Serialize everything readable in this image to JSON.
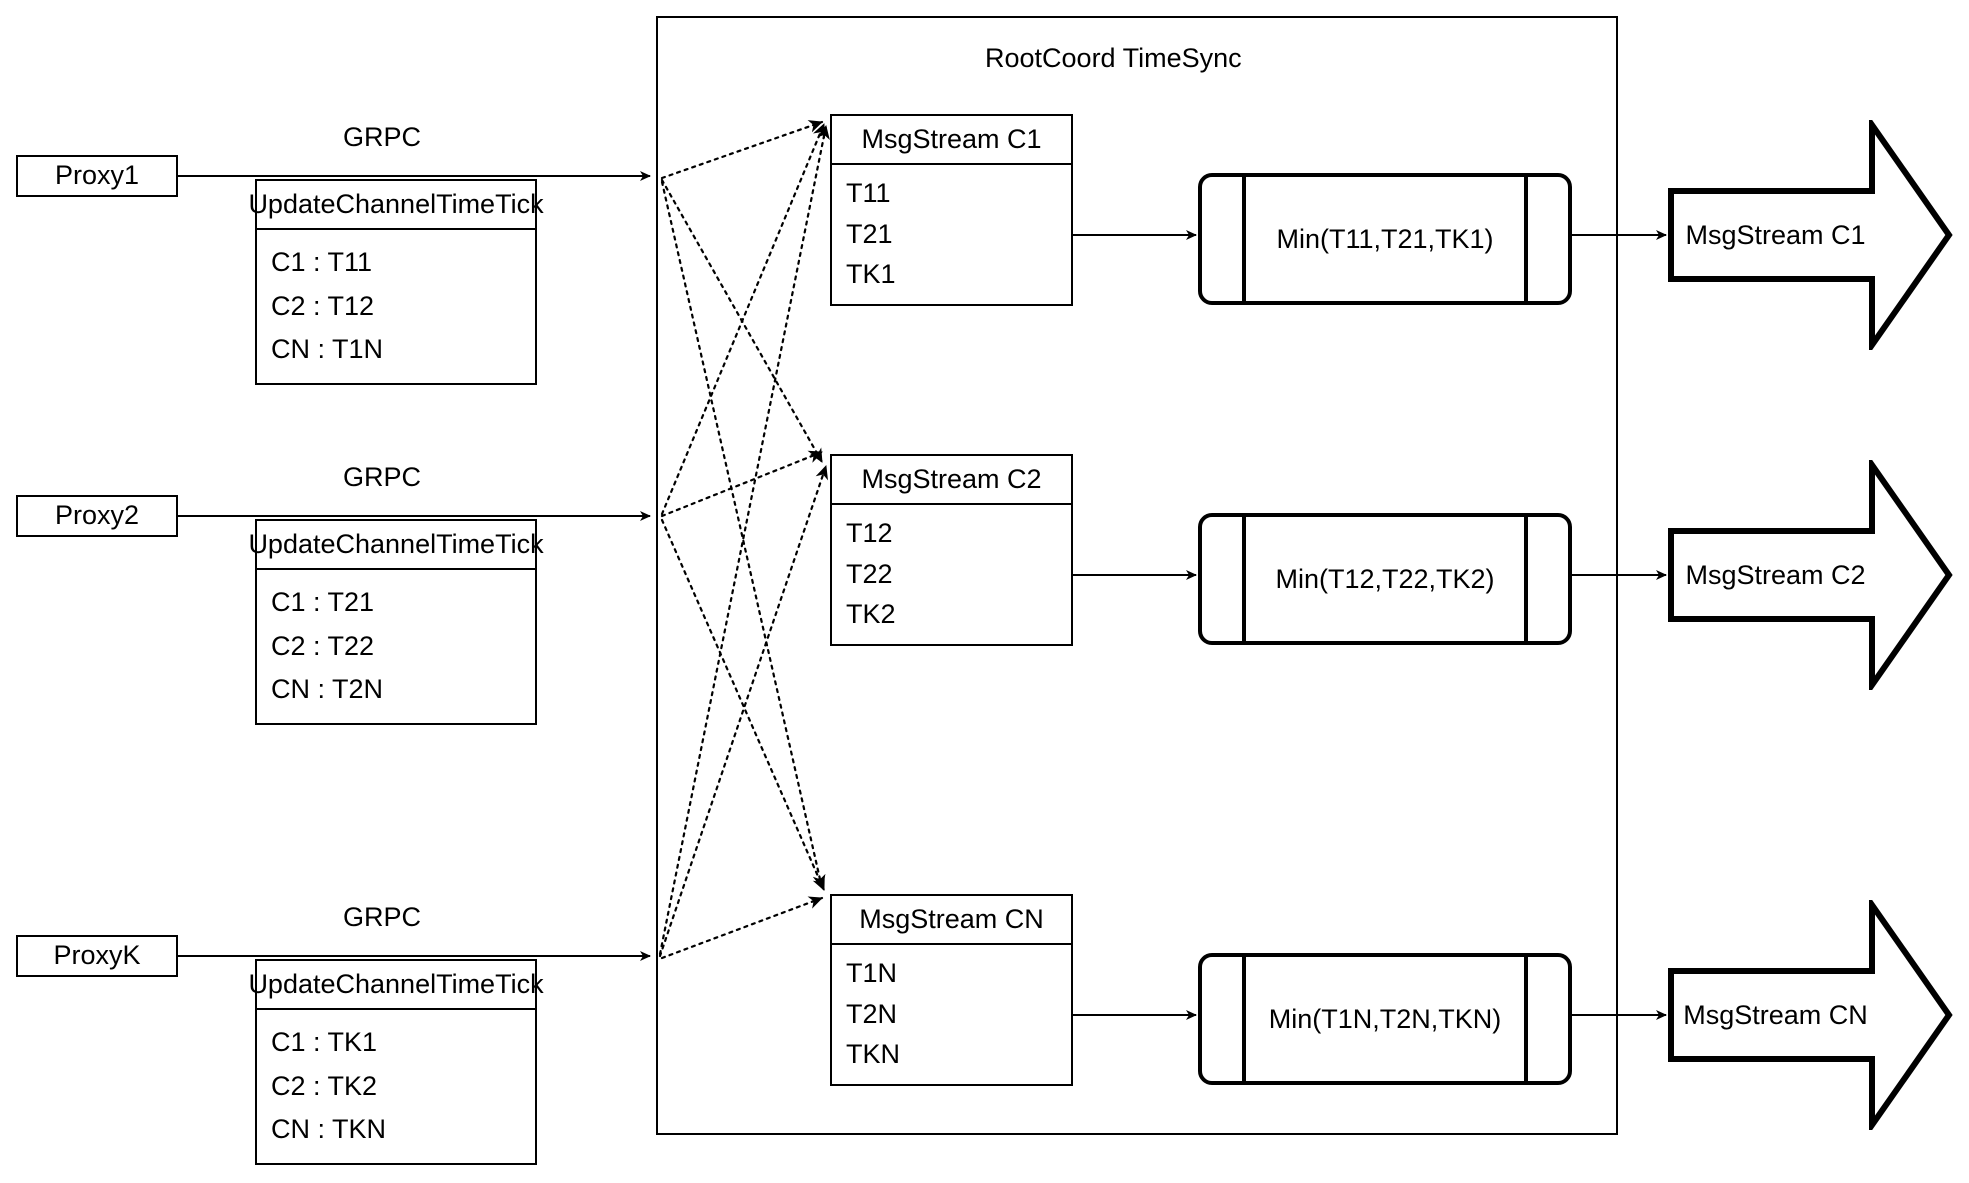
{
  "diagram": {
    "title": "RootCoord TimeSync",
    "container_label": "RootCoord TimeSync"
  },
  "proxies": [
    {
      "name": "Proxy1",
      "link_label": "GRPC",
      "request": {
        "title": "UpdateChannelTimeTick",
        "rows": [
          "C1 :  T11",
          "C2 :  T12",
          "CN : T1N"
        ]
      }
    },
    {
      "name": "Proxy2",
      "link_label": "GRPC",
      "request": {
        "title": "UpdateChannelTimeTick",
        "rows": [
          "C1 :  T21",
          "C2 :  T22",
          "CN : T2N"
        ]
      }
    },
    {
      "name": "ProxyK",
      "link_label": "GRPC",
      "request": {
        "title": "UpdateChannelTimeTick",
        "rows": [
          "C1 :  TK1",
          "C2 :  TK2",
          "CN : TKN"
        ]
      }
    }
  ],
  "channels": [
    {
      "stream": {
        "title": "MsgStream C1",
        "rows": [
          "T11",
          "T21",
          "TK1"
        ]
      },
      "process": "Min(T11,T21,TK1)",
      "output": "MsgStream C1"
    },
    {
      "stream": {
        "title": "MsgStream C2",
        "rows": [
          "T12",
          "T22",
          "TK2"
        ]
      },
      "process": "Min(T12,T22,TK2)",
      "output": "MsgStream C2"
    },
    {
      "stream": {
        "title": "MsgStream CN",
        "rows": [
          "T1N",
          "T2N",
          "TKN"
        ]
      },
      "process": "Min(T1N,T2N,TKN)",
      "output": "MsgStream CN"
    }
  ],
  "colors": {
    "stroke": "#000000",
    "background": "#ffffff"
  }
}
